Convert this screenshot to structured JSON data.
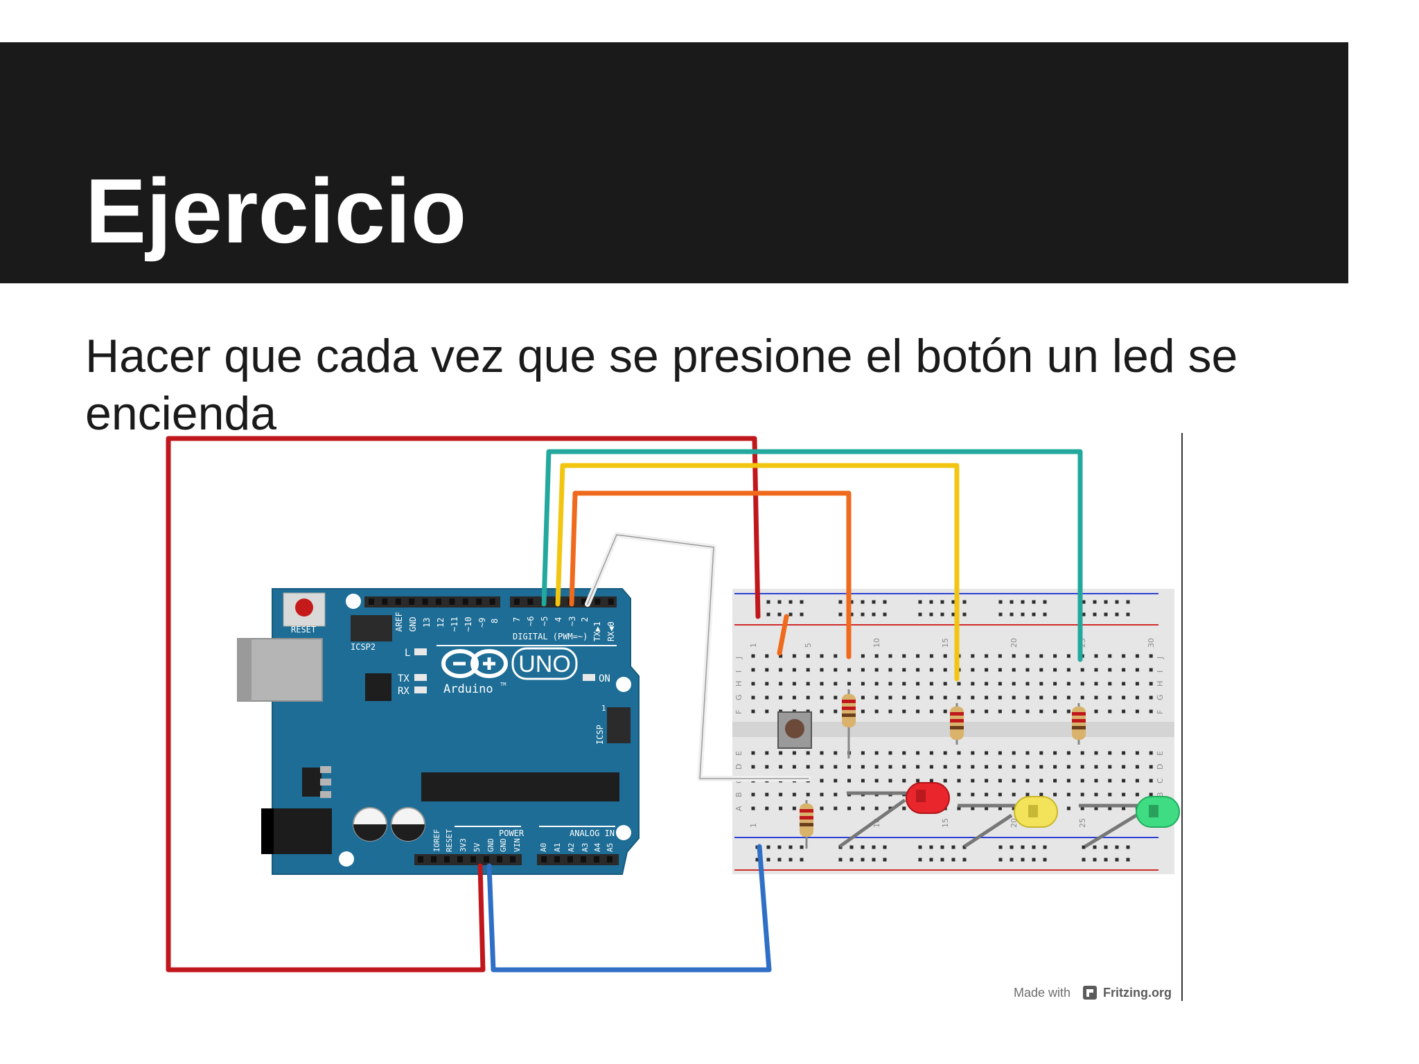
{
  "slide": {
    "title": "Ejercicio",
    "body": "Hacer que cada vez que se presione el botón un led se encienda"
  },
  "diagram": {
    "board": {
      "logo_text": "UNO",
      "brand": "Arduino",
      "trademark": "TM",
      "reset_label": "RESET",
      "icsp2_label": "ICSP2",
      "icsp_label": "ICSP",
      "led_l_label": "L",
      "tx_label": "TX",
      "rx_label": "RX",
      "on_label": "ON",
      "digital_label": "DIGITAL (PWM=~)",
      "power_label": "POWER",
      "analog_label": "ANALOG IN",
      "top_header_labels": [
        "AREF",
        "GND",
        "13",
        "12",
        "~11",
        "~10",
        "~9",
        "8"
      ],
      "top_header_labels_2": [
        "7",
        "~6",
        "~5",
        "4",
        "~3",
        "2",
        "TX▶1",
        "RX◀0"
      ],
      "power_pin_labels": [
        "IOREF",
        "RESET",
        "3V3",
        "5V",
        "GND",
        "GND",
        "VIN"
      ],
      "analog_pin_labels": [
        "A0",
        "A1",
        "A2",
        "A3",
        "A4",
        "A5"
      ],
      "icsp_pin1": "1"
    },
    "breadboard": {
      "column_numbers": [
        "1",
        "5",
        "10",
        "15",
        "20",
        "25",
        "30"
      ],
      "row_letters_top": [
        "J",
        "I",
        "H",
        "G",
        "F"
      ],
      "row_letters_bottom": [
        "E",
        "D",
        "C",
        "B",
        "A"
      ]
    },
    "footer": {
      "made_with": "Made with",
      "brand": "Fritzing.org"
    },
    "colors": {
      "board": "#1d6d96",
      "wire_red": "#c0171d",
      "wire_blue": "#2f6fc6",
      "wire_teal": "#23a89e",
      "wire_yellow": "#f2c511",
      "wire_orange": "#ef6a1c",
      "wire_white": "#f0f0f0",
      "led_red": "#e8262b",
      "led_yellow": "#f3e35a",
      "led_green": "#3fdc84",
      "breadboard": "#e6e6e6"
    }
  }
}
